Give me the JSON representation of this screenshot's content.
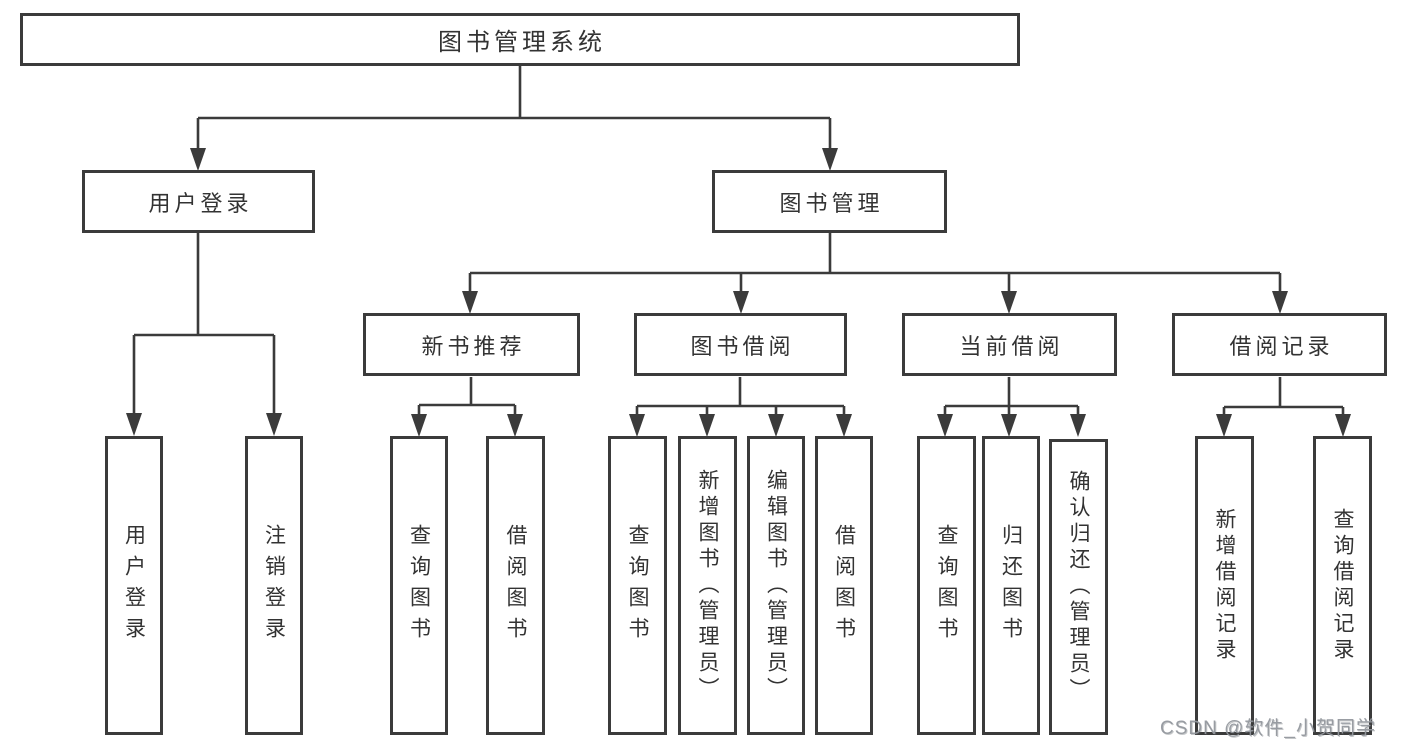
{
  "diagram": {
    "root": {
      "label": "图书管理系统"
    },
    "level2": {
      "user_login": {
        "label": "用户登录"
      },
      "book_management": {
        "label": "图书管理"
      }
    },
    "level3": {
      "new_book_recommend": {
        "label": "新书推荐"
      },
      "book_borrowing": {
        "label": "图书借阅"
      },
      "current_borrowing": {
        "label": "当前借阅"
      },
      "borrowing_records": {
        "label": "借阅记录"
      }
    },
    "level4": {
      "user_login": [
        "用户登录",
        "注销登录"
      ],
      "new_book_recommend": [
        "查询图书",
        "借阅图书"
      ],
      "book_borrowing": [
        "查询图书",
        "新增图书（管理员）",
        "编辑图书（管理员）",
        "借阅图书"
      ],
      "current_borrowing": [
        "查询图书",
        "归还图书",
        "确认归还（管理员）"
      ],
      "borrowing_records": [
        "新增借阅记录",
        "查询借阅记录"
      ]
    }
  },
  "watermark": "CSDN @软件_小贺同学",
  "colors": {
    "line": "#3b3b3b",
    "box_border": "#3b3b3b",
    "box_fill": "#ffffff",
    "text": "#333333",
    "watermark": "#94989e",
    "background": "#ffffff"
  }
}
